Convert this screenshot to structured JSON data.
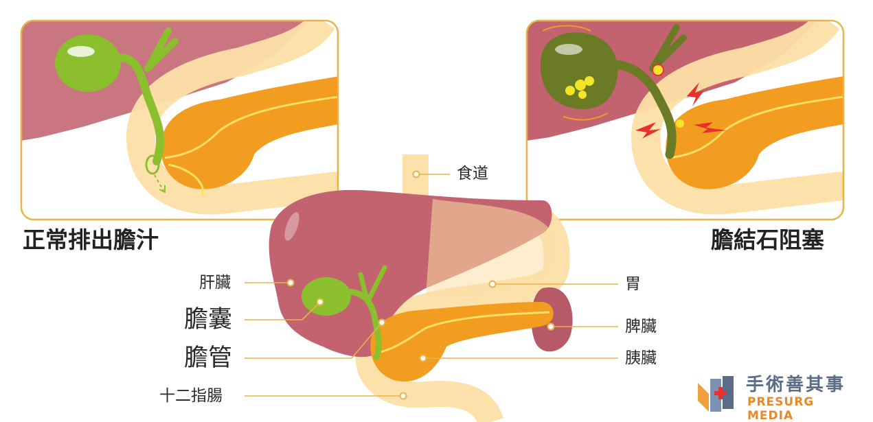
{
  "captions": {
    "normal": "正常排出膽汁",
    "blocked": "膽結石阻塞"
  },
  "labels": {
    "esophagus": "食道",
    "liver": "肝臟",
    "gallbladder": "膽囊",
    "bile_duct": "膽管",
    "duodenum": "十二指腸",
    "stomach": "胃",
    "spleen": "脾臟",
    "pancreas": "胰臟"
  },
  "logo": {
    "chinese": "手術善其事",
    "english": "PRESURG MEDIA"
  },
  "colors": {
    "liver": "#c2636f",
    "gallbladder": "#8cbf2e",
    "pancreas": "#f29d1f",
    "digestive_tract": "#fddfa6",
    "leader_line": "#e8b44a",
    "panel_border": "#e8b44a",
    "stone": "#f4e52a",
    "pain": "#e8302e"
  }
}
